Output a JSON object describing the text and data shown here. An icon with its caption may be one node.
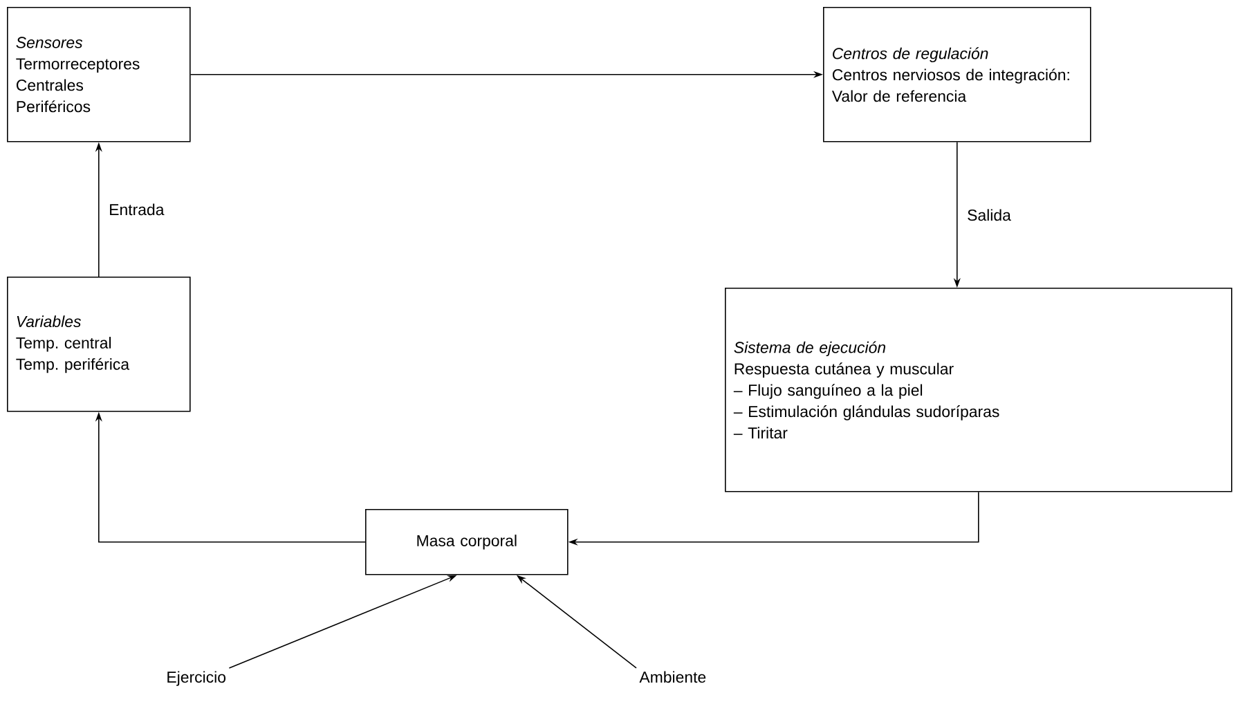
{
  "diagram": {
    "nodes": [
      {
        "text": [
          "Sensores",
          "Termorreceptores",
          "Centrales",
          "Periféricos"
        ]
      },
      {
        "text": [
          "Centros de regulación",
          "Centros nerviosos de integración:",
          "Valor de referencia"
        ]
      },
      {
        "text": [
          "Variables",
          "Temp. central",
          "Temp. periférica"
        ]
      },
      {
        "text": [
          "Sistema de ejecución",
          "Respuesta cutánea y muscular",
          "– Flujo sanguíneo a la piel",
          "– Estimulación glándulas sudoríparas",
          "– Tiritar"
        ]
      },
      {
        "text": [
          "Masa corporal"
        ]
      },
      {
        "text": [
          "Ejercicio"
        ]
      },
      {
        "text": [
          "Ambiente"
        ]
      }
    ],
    "edges": [
      {
        "from": 0,
        "to": 1,
        "arrow": "to"
      },
      {
        "from": 1,
        "to": 3,
        "arrow": "to",
        "label": "Salida"
      },
      {
        "from": 2,
        "to": 0,
        "arrow": "to",
        "label": "Entrada"
      },
      {
        "from": 3,
        "to": 4,
        "arrow": "to"
      },
      {
        "from": 4,
        "to": 2,
        "arrow": "to"
      },
      {
        "from": 5,
        "to": 4,
        "arrow": "to"
      },
      {
        "from": 6,
        "to": 4,
        "arrow": "to"
      }
    ]
  }
}
